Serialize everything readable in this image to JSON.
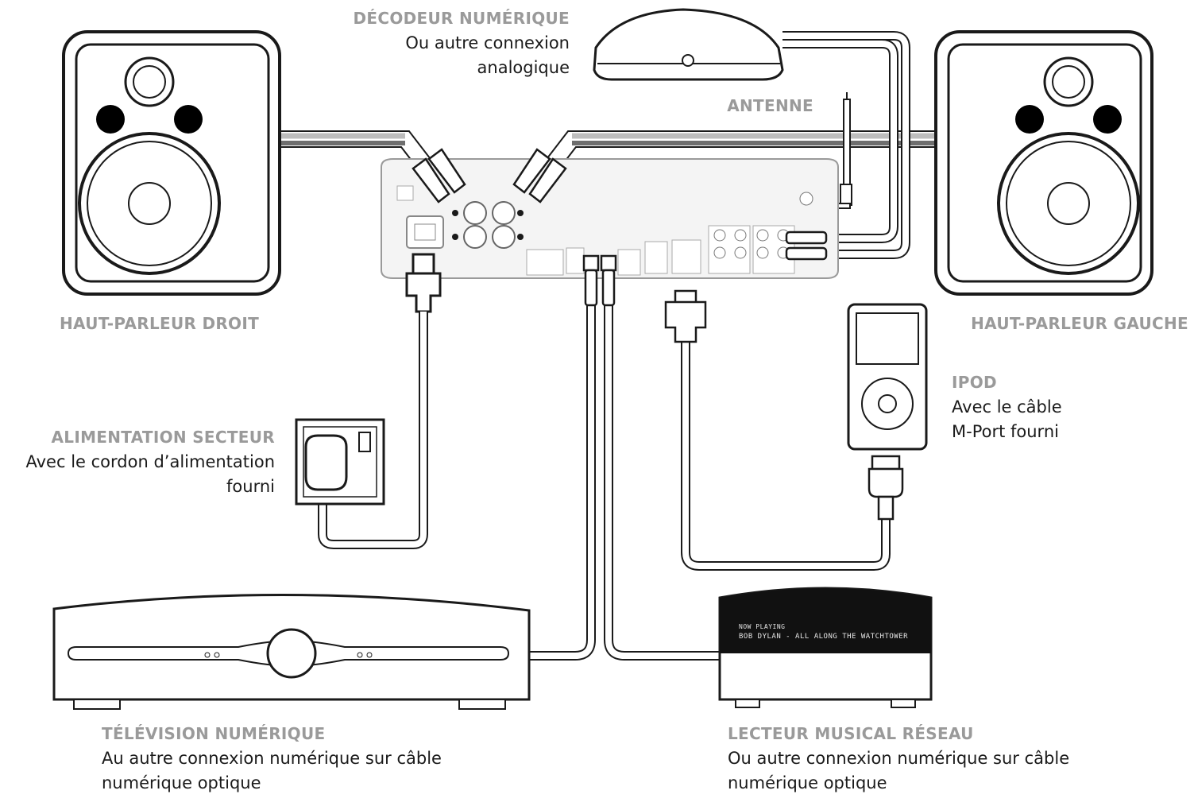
{
  "labels": {
    "decoder": {
      "title": "DÉCODEUR NUMÉRIQUE",
      "line1": "Ou autre connexion",
      "line2": "analogique"
    },
    "antenna": {
      "title": "ANTENNE"
    },
    "speaker_right": {
      "title": "HAUT-PARLEUR DROIT"
    },
    "speaker_left": {
      "title": "HAUT-PARLEUR GAUCHE"
    },
    "ipod": {
      "title": "IPOD",
      "line1": "Avec le câble",
      "line2": "M-Port fourni"
    },
    "mains": {
      "title": "ALIMENTATION SECTEUR",
      "line1": "Avec le cordon d’alimentation",
      "line2": "fourni"
    },
    "tv": {
      "title": "TÉLÉVISION NUMÉRIQUE",
      "line1": "Au autre connexion numérique sur câble",
      "line2": "numérique optique"
    },
    "network_player": {
      "title": "LECTEUR MUSICAL RÉSEAU",
      "line1": "Ou autre connexion numérique sur câble",
      "line2": "numérique optique"
    }
  },
  "network_player_display": {
    "line1": "NOW PLAYING",
    "line2": "BOB DYLAN - ALL ALONG THE WATCHTOWER"
  },
  "colors": {
    "outline": "#1a1a1a",
    "heading": "#9a9a9a",
    "panel": "#f4f4f4",
    "cable_grey": "#bdbdbd",
    "display": "#111111"
  }
}
